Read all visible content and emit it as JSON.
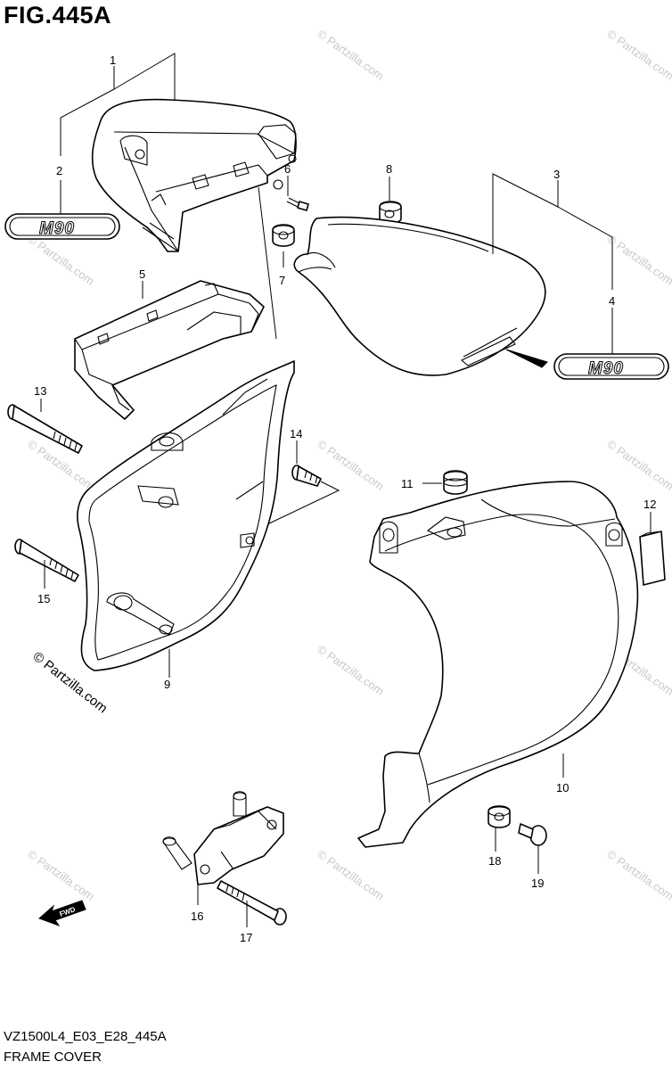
{
  "figure": {
    "title": "FIG.445A",
    "code": "VZ1500L4_E03_E28_445A",
    "name": "FRAME COVER"
  },
  "copyright": "© Partzilla.com",
  "watermark": "© Partzilla.com",
  "emblem_text": "M90",
  "fwd_label": "FWD",
  "callouts": [
    "1",
    "2",
    "3",
    "4",
    "5",
    "6",
    "7",
    "8",
    "9",
    "10",
    "11",
    "12",
    "13",
    "14",
    "15",
    "16",
    "17",
    "18",
    "19"
  ],
  "colors": {
    "line": "#000000",
    "watermark": "#c9c9c9",
    "background": "#ffffff"
  }
}
